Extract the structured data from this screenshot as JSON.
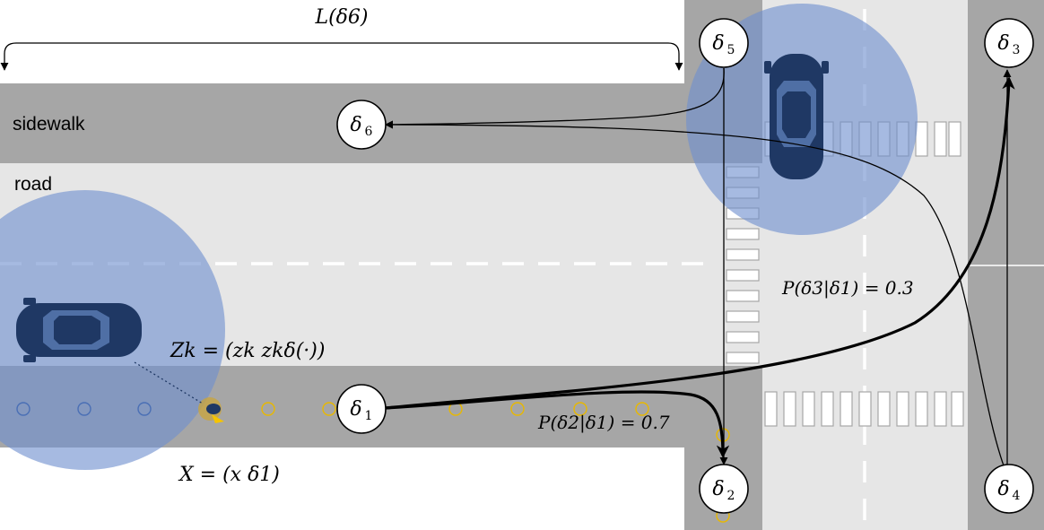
{
  "labels": {
    "sidewalk": "sidewalk",
    "road": "road"
  },
  "annotations": {
    "length": "L(δ6)",
    "prob_31": "P(δ3|δ1) = 0.3",
    "prob_21": "P(δ2|δ1) = 0.7",
    "observation": "Zk = (zk zkδ(·))",
    "state": "X = (x δ1)"
  },
  "nodes": [
    {
      "id": "d1",
      "label": "δ",
      "sub": "1"
    },
    {
      "id": "d2",
      "label": "δ",
      "sub": "2"
    },
    {
      "id": "d3",
      "label": "δ",
      "sub": "3"
    },
    {
      "id": "d4",
      "label": "δ",
      "sub": "4"
    },
    {
      "id": "d5",
      "label": "δ",
      "sub": "5"
    },
    {
      "id": "d6",
      "label": "δ",
      "sub": "6"
    }
  ],
  "edges": [
    {
      "from": "d1",
      "to": "d2",
      "probability": "0.7"
    },
    {
      "from": "d1",
      "to": "d3",
      "probability": "0.3"
    },
    {
      "from": "d5",
      "to": "d6"
    },
    {
      "from": "d5",
      "to": "d2"
    },
    {
      "from": "d4",
      "to": "d6"
    },
    {
      "from": "d4",
      "to": "d3"
    }
  ],
  "colors": {
    "sidewalk": "#a6a6a6",
    "road": "#e6e6e6",
    "sensor_range": "#6f8fcf",
    "car": "#1f3864",
    "waypoint": "#e8b800",
    "past_position": "#4a6fb5",
    "pedestrian": "#f5c400"
  },
  "icons": [
    "car-icon",
    "pedestrian-icon"
  ]
}
